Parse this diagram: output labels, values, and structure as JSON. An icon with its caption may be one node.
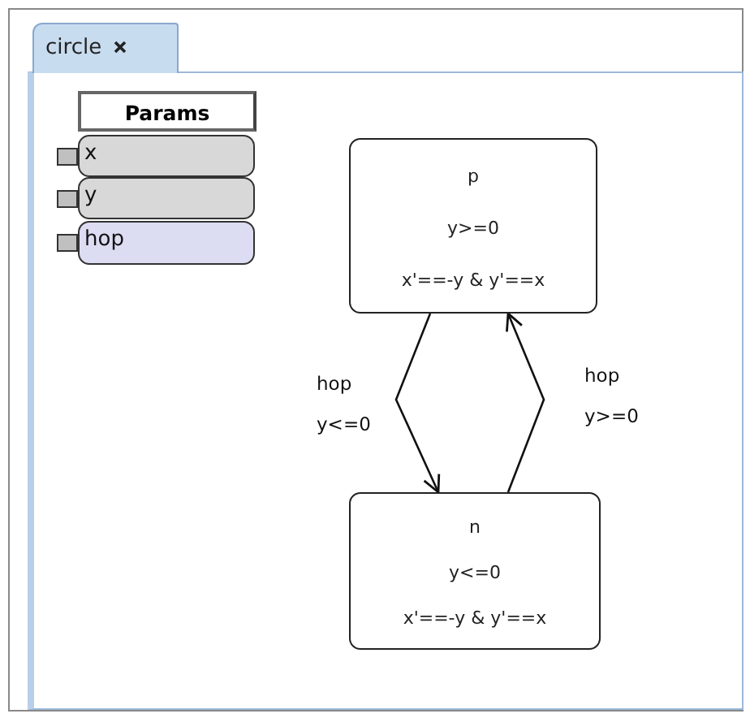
{
  "diagram": {
    "nodes": [
      {
        "text": [
          "Params"
        ]
      },
      {
        "text": [
          "x"
        ]
      },
      {
        "text": [
          "y"
        ]
      },
      {
        "text": [
          "hop"
        ]
      },
      {
        "text": [
          "p",
          "y>=0",
          "x'==-y & y'==x"
        ]
      },
      {
        "text": [
          "n",
          "y<=0",
          "x'==-y & y'==x"
        ]
      }
    ],
    "edges": [
      {
        "from": 4,
        "to": 5,
        "arrow": "to",
        "label": "hop y<=0"
      },
      {
        "from": 5,
        "to": 4,
        "arrow": "to",
        "label": "hop y>=0"
      }
    ],
    "labels": [
      "circle"
    ]
  }
}
